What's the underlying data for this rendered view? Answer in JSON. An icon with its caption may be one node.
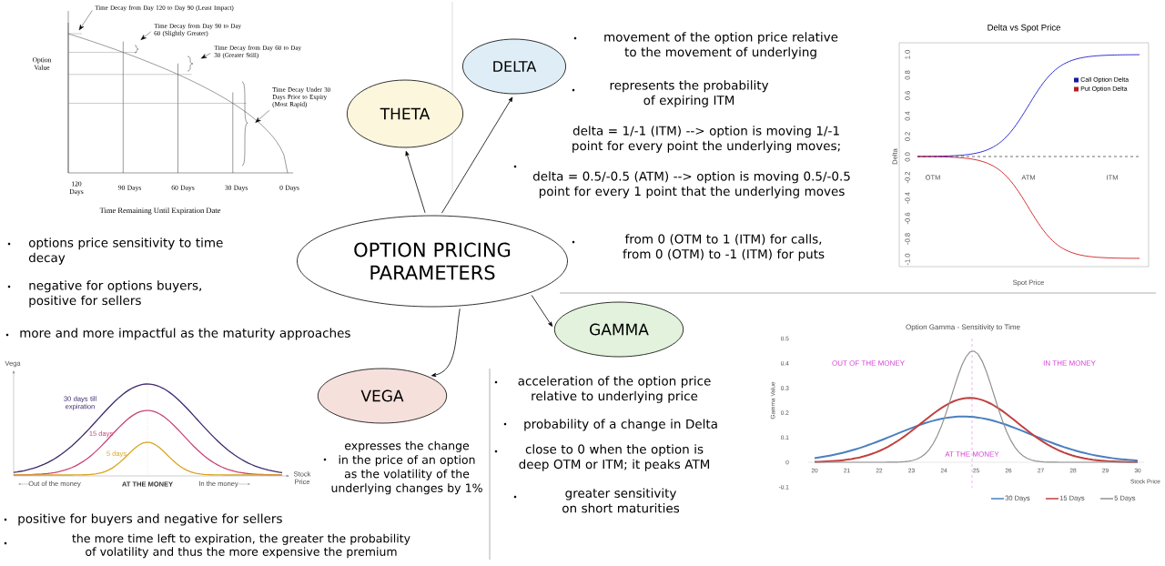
{
  "diagram": {
    "nodes": [
      {
        "text": [
          "OPTION PRICING PARAMETERS"
        ]
      },
      {
        "text": [
          "THETA"
        ]
      },
      {
        "text": [
          "DELTA"
        ]
      },
      {
        "text": [
          "GAMMA"
        ]
      },
      {
        "text": [
          "VEGA"
        ]
      },
      {
        "text": [
          "Time Decay from Day 120 to Day 90 (Least Impact)"
        ]
      },
      {
        "text": [
          "Time Decay from Day 90 to Day 60 (Slightly Greater)"
        ]
      },
      {
        "text": [
          "Time Decay from Day 60 to Day 30 (Greater Still)"
        ]
      },
      {
        "text": [
          "Time Decay Under 30 Days Prior to Expiry (Most Rapid)"
        ]
      }
    ],
    "edges": [
      {
        "from": 0,
        "to": 1,
        "arrow": "to"
      },
      {
        "from": 0,
        "to": 2,
        "arrow": "to"
      },
      {
        "from": 0,
        "to": 3,
        "arrow": "to"
      },
      {
        "from": 0,
        "to": 4,
        "arrow": "to"
      },
      {
        "from": 5,
        "to": null,
        "arrow": "to"
      },
      {
        "from": 6,
        "to": null,
        "arrow": "to"
      },
      {
        "from": 7,
        "to": null,
        "arrow": "to"
      },
      {
        "from": 8,
        "to": null,
        "arrow": "to"
      }
    ],
    "labels": [
      "Option Value",
      "120 Days",
      "90 Days",
      "60 Days",
      "30 Days",
      "0 Days",
      "Time Remaining Until Expiration Date",
      "options price sensitivity to time decay",
      "negative for options buyers, positive for sellers",
      "more and more impactful as the maturity approaches",
      "movement of the option price relative to the movement of underlying",
      "represents the probability of expiring ITM",
      "delta = 1/-1 (ITM) --> option is moving 1/-1 point for every point the underlying moves;",
      "delta = 0.5/-0.5 (ATM) --> option is moving 0.5/-0.5 point for every 1 point that the underlying moves",
      "from 0 (OTM to 1 (ITM) for calls, from 0 (OTM) to -1 (ITM) for puts",
      "Delta vs Spot Price",
      "1.0",
      "0.8",
      "0.6",
      "0.4",
      "0.2",
      "0.0",
      "-0.2",
      "-0.4",
      "-0.6",
      "-0.8",
      "-1.0",
      "Delta",
      "OTM",
      "ATM",
      "ITM",
      "Spot Price",
      "Option Gamma - Sensitivity to Time",
      "0.5",
      "0.4",
      "0.3",
      "0.2",
      "0.1",
      "0",
      "-0.1",
      "Gamma Value",
      "20",
      "21",
      "22",
      "23",
      "24",
      "25",
      "26",
      "27",
      "28",
      "29",
      "30",
      "Stock Price",
      "OUT OF THE MONEY",
      "IN THE MONEY",
      "AT THE MONEY",
      "acceleration of the option price relative to underlying price",
      "probability of a change in Delta",
      "close to 0 when the option is deep OTM or ITM; it peaks ATM",
      "greater sensitivity on short maturities",
      "expresses the change in the price of an option as the volatility of the underlying changes by 1%",
      "Vega",
      "30 days till expiration",
      "15 days",
      "5 days",
      "Out of the money",
      "AT THE MONEY",
      "In the money",
      "Stock Price",
      "positive for buyers and negative for sellers",
      "the more time left to expiration, the greater the probability of volatility and thus the more expensive the premium"
    ],
    "legend": [
      {
        "text": "Call Option Delta",
        "color": "#1a1aa0"
      },
      {
        "text": "Put Option Delta",
        "color": "#b02020"
      },
      {
        "text": "30 Days"
      },
      {
        "text": "15 Days"
      },
      {
        "text": "5 Days"
      }
    ]
  }
}
